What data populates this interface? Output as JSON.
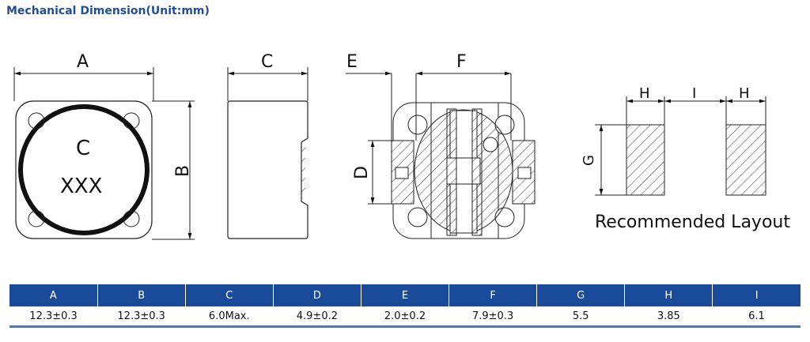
{
  "title": "Mechanical Dimension(Unit:mm)",
  "drawing": {
    "top_view": {
      "dim_width": "A",
      "dim_height": "B",
      "marking_line1": "C",
      "marking_line2": "XXX"
    },
    "side_view": {
      "dim_width": "C"
    },
    "bottom_view": {
      "dim_e": "E",
      "dim_f": "F",
      "dim_d": "D"
    },
    "layout": {
      "dim_h1": "H",
      "dim_i": "I",
      "dim_h2": "H",
      "dim_g": "G",
      "caption": "Recommended Layout"
    }
  },
  "table": {
    "headers": [
      "A",
      "B",
      "C",
      "D",
      "E",
      "F",
      "G",
      "H",
      "I"
    ],
    "values": [
      "12.3±0.3",
      "12.3±0.3",
      "6.0Max.",
      "4.9±0.2",
      "2.0±0.2",
      "7.9±0.3",
      "5.5",
      "3.85",
      "6.1"
    ]
  },
  "colors": {
    "accent": "#1a4b9b",
    "title": "#1f4e9c"
  }
}
